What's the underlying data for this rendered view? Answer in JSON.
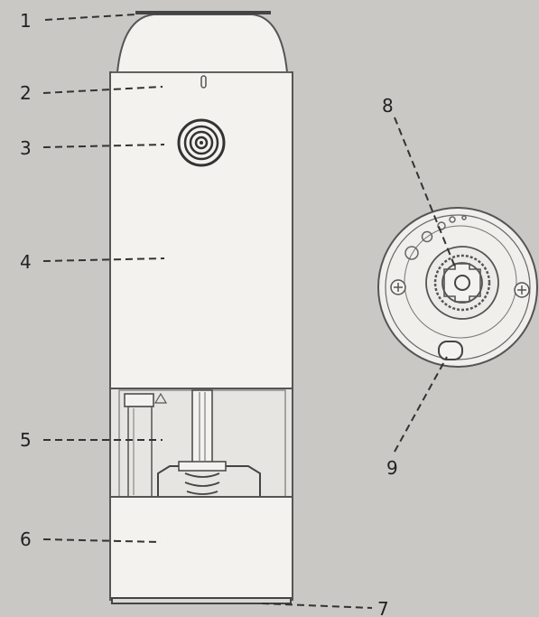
{
  "callouts": [
    {
      "id": "1",
      "label": "1"
    },
    {
      "id": "2",
      "label": "2"
    },
    {
      "id": "3",
      "label": "3"
    },
    {
      "id": "4",
      "label": "4"
    },
    {
      "id": "5",
      "label": "5"
    },
    {
      "id": "6",
      "label": "6"
    },
    {
      "id": "7",
      "label": "7"
    },
    {
      "id": "8",
      "label": "8"
    },
    {
      "id": "9",
      "label": "9"
    }
  ],
  "colors": {
    "paper": "#c9c8c5",
    "body": "#f3f2ee",
    "line": "#555555"
  }
}
